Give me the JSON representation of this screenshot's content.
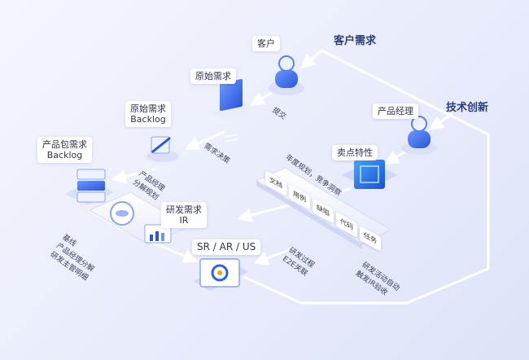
{
  "nodes": {
    "customer_demand": "客户需求",
    "customer": "客户",
    "original_demand": "原始需求",
    "original_backlog_line1": "原始需求",
    "original_backlog_line2": "Backlog",
    "product_manager": "产品经理",
    "tech_innovation": "技术创新",
    "selling_points": "卖点特性",
    "product_backlog_line1": "产品包需求",
    "product_backlog_line2": "Backlog",
    "rd_demand_line1": "研发需求",
    "rd_demand_line2": "IR",
    "sr_ar_us": "SR / AR / US"
  },
  "edges": {
    "submit": "提交",
    "demand_decision": "需求决策",
    "pm_plan_line1": "产品经理",
    "pm_plan_line2": "分解规划",
    "baseline_line1": "基线",
    "baseline_line2": "产品经理分解",
    "baseline_line3": "研发主管明细",
    "annual_planning": "年度规划，竞争洞察",
    "rd_process_line1": "研发过程",
    "rd_process_line2": "E2E关联",
    "rd_auto_line1": "研发活动自动",
    "rd_auto_line2": "触发IR验收"
  },
  "artifacts": [
    "文档",
    "用例",
    "缺陷",
    "代码",
    "任务"
  ],
  "colors": {
    "accent": "#2a63e6",
    "line": "#ffffff",
    "label_text": "#2d3550"
  }
}
